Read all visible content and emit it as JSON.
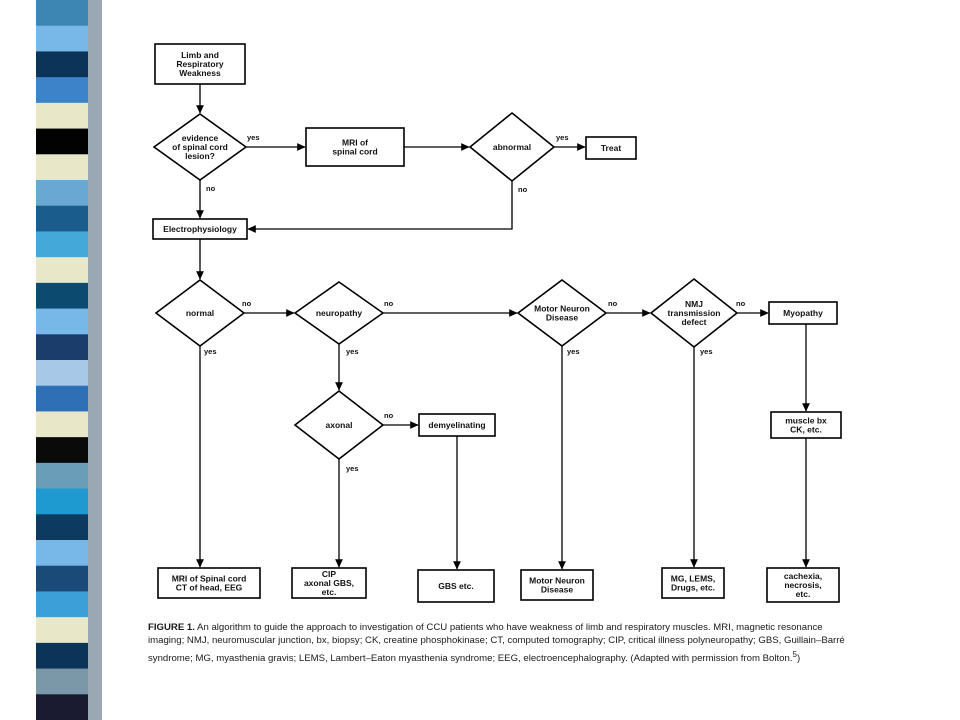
{
  "colors": {
    "stripe": [
      "#3d86b3",
      "#77b8e8",
      "#0c3458",
      "#3c83c9",
      "#e8e8c8",
      "#020202",
      "#e8e8c8",
      "#6aa8d4",
      "#1a5d8c",
      "#44a8d8",
      "#e8e8c8",
      "#0d4a70",
      "#77b8e8",
      "#1a3d6b",
      "#a8c8e8",
      "#2e6fb6",
      "#e8e8c8",
      "#0a0a0a",
      "#6a9eb8",
      "#1e9ad0",
      "#0c3a60",
      "#77b8e8",
      "#1a4a78",
      "#3c9fd8",
      "#e8e8c8",
      "#0c3458",
      "#7a98a8",
      "#1a1a30"
    ],
    "shadow": "#9aa8b4",
    "line": "#000000"
  },
  "nodes": {
    "limb": [
      "Limb and",
      "Respiratory",
      "Weakness"
    ],
    "spinal_q": [
      "evidence",
      "of spinal cord",
      "lesion?"
    ],
    "mri": [
      "MRI of",
      "spinal cord"
    ],
    "abnormal": [
      "abnormal"
    ],
    "treat": [
      "Treat"
    ],
    "electro": [
      "Electrophysiology"
    ],
    "normal": [
      "normal"
    ],
    "neuropathy": [
      "neuropathy"
    ],
    "mnd": [
      "Motor Neuron",
      "Disease"
    ],
    "nmj": [
      "NMJ",
      "transmission",
      "defect"
    ],
    "myopathy": [
      "Myopathy"
    ],
    "axonal": [
      "axonal"
    ],
    "demyelinating": [
      "demyelinating"
    ],
    "muscle_bx": [
      "muscle bx",
      "CK, etc."
    ],
    "out_mri": [
      "MRI of Spinal cord",
      "CT of head, EEG"
    ],
    "out_cip": [
      "CIP",
      "axonal GBS,",
      "etc."
    ],
    "out_gbs": [
      "GBS etc."
    ],
    "out_mnd": [
      "Motor Neuron",
      "Disease"
    ],
    "out_mg": [
      "MG, LEMS,",
      "Drugs, etc."
    ],
    "out_cachexia": [
      "cachexia,",
      "necrosis,",
      "etc."
    ]
  },
  "edge_labels": {
    "yes": "yes",
    "no": "no"
  },
  "caption": {
    "label": "FIGURE 1.",
    "text": " An algorithm to guide the approach to investigation of CCU patients who have weakness of limb and respiratory muscles. MRI, magnetic resonance imaging; NMJ, neuromuscular junction, bx, biopsy; CK, creatine phosphokinase; CT, computed tomography; CIP, critical illness polyneuropathy; GBS, Guillain–Barré syndrome; MG, myasthenia gravis; LEMS, Lambert–Eaton myasthenia syndrome; EEG, electroencephalography. (Adapted with permission from Bolton.",
    "ref": "5",
    "tail": ")"
  }
}
